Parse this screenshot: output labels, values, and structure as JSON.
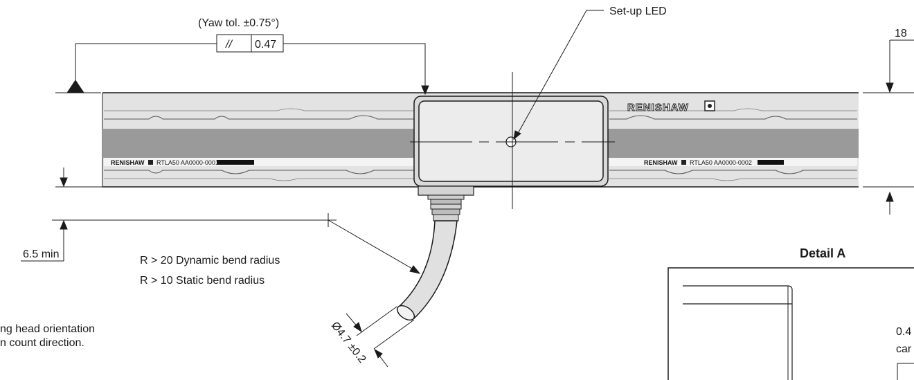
{
  "labels": {
    "yaw_tolerance": "(Yaw tol. ±0.75°)",
    "parallelism_symbol": "//",
    "parallelism_value": "0.47",
    "setup_led": "Set-up LED",
    "dim_18": "18",
    "dim_min": "6.5 min",
    "dynamic_bend": "R > 20 Dynamic bend radius",
    "static_bend": "R > 10 Static bend radius",
    "cable_diameter": "Ø4.7 ±0.2",
    "note_line1": "ng head orientation",
    "note_line2": "n count direction.",
    "detail_title": "Detail A",
    "detail_dim": "0.4",
    "detail_note": "car"
  },
  "scale": {
    "brand_logo": "RENISHAW",
    "brand_small": "RENISHAW",
    "part_left": "RTLA50 AA0000-0001",
    "part_right": "RTLA50 AA0000-0002"
  },
  "colors": {
    "scale_body": "#e3e3e3",
    "scale_stripe": "#9a9a9a",
    "line": "#1a1a1a"
  }
}
